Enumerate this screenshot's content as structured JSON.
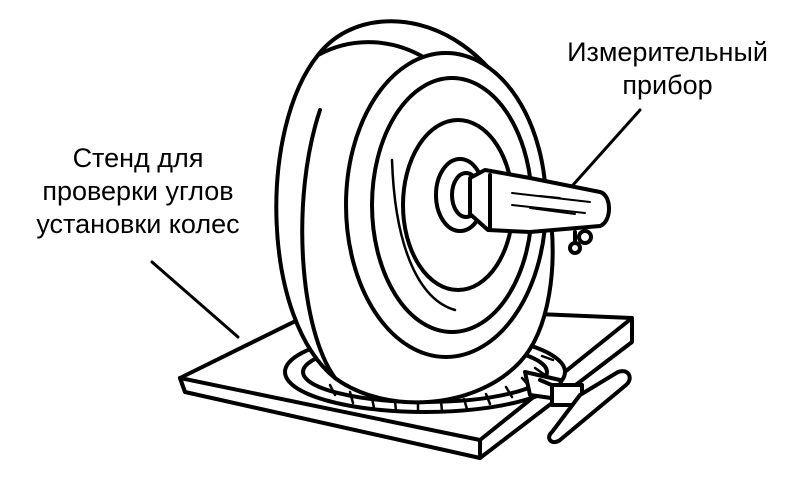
{
  "labels": {
    "stand": [
      "Стенд для",
      "проверки углов",
      "установки колес"
    ],
    "device": [
      "Измерительный",
      "прибор"
    ]
  }
}
